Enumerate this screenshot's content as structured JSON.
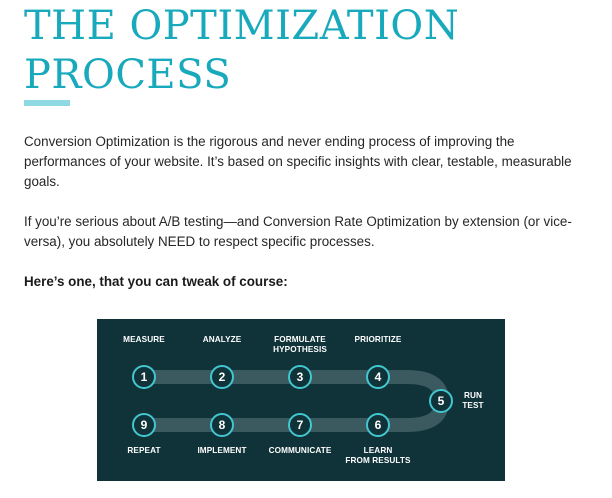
{
  "article": {
    "title": "THE OPTIMIZATION PROCESS",
    "paragraph_1": "Conversion Optimization is the rigorous and never ending process of improving the performances of your website. It’s based on specific insights with clear, testable, measurable goals.",
    "paragraph_2": "If you’re serious about A/B testing—and Conversion Rate Optimization by extension (or vice-versa), you absolutely NEED to respect specific processes.",
    "lead_in": "Here’s one, that you can tweak of course:"
  },
  "process": {
    "steps": [
      {
        "number": "1",
        "label": "MEASURE"
      },
      {
        "number": "2",
        "label": "ANALYZE"
      },
      {
        "number": "3",
        "label": "FORMULATE\nHYPOTHESIS"
      },
      {
        "number": "4",
        "label": "PRIORITIZE"
      },
      {
        "number": "5",
        "label": "RUN\nTEST"
      },
      {
        "number": "6",
        "label": "LEARN\nFROM RESULTS"
      },
      {
        "number": "7",
        "label": "COMMUNICATE"
      },
      {
        "number": "8",
        "label": "IMPLEMENT"
      },
      {
        "number": "9",
        "label": "REPEAT"
      }
    ]
  },
  "colors": {
    "title": "#18a9bd",
    "underline": "#8fd9e3",
    "diagram_background": "#0f3339",
    "track": "#3b5a5f",
    "circle": "#43c6cf"
  }
}
